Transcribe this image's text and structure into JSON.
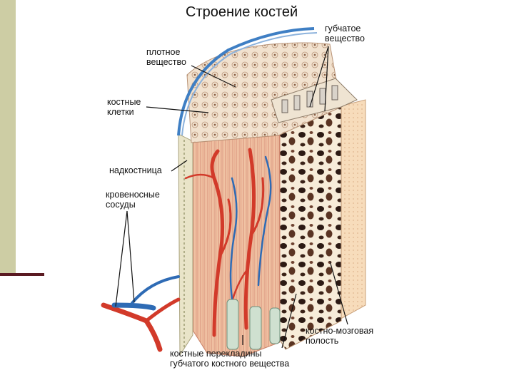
{
  "title": "Строение костей",
  "labels": {
    "compact": "плотное\nвещество",
    "cells": "костные\nклетки",
    "periosteum": "надкостница",
    "vessels": "кровеносные\nсосуды",
    "spongy": "губчатое\nвещество",
    "marrow": "костно-мозговая\nполость",
    "trabeculae": "костные перекладины\nгубчатого костного вещества"
  },
  "colors": {
    "sidebar": "#cdcda4",
    "accent_rule": "#5a1a22",
    "artery": "#d23a2a",
    "vein": "#2e6bb5",
    "periosteum": "#3f7fc4"
  }
}
